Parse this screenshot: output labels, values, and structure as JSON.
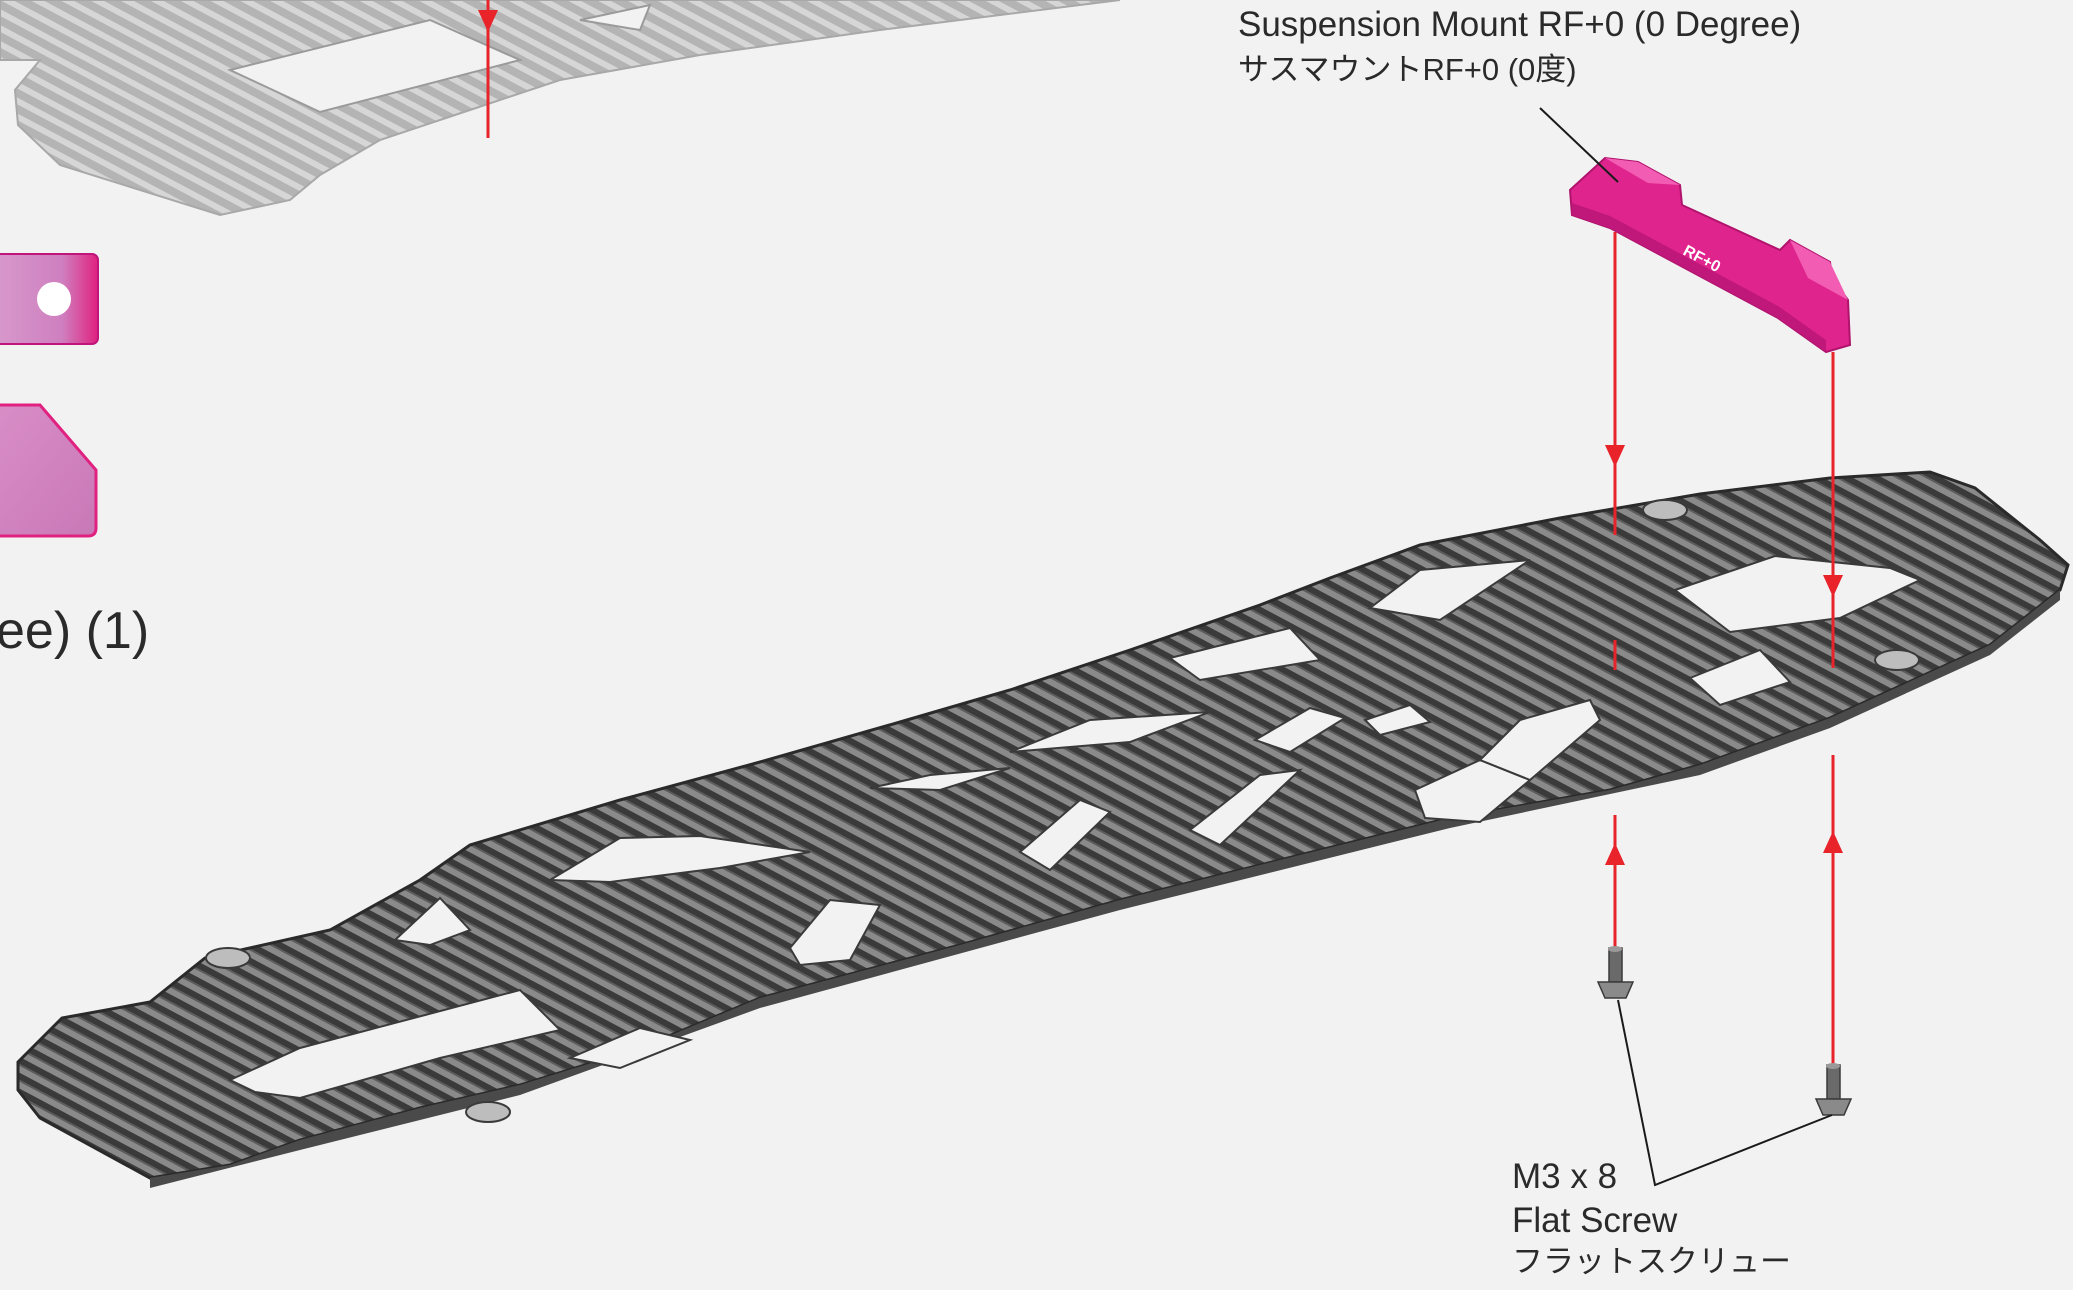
{
  "labels": {
    "suspension_mount_en": "Suspension Mount RF+0 (0 Degree)",
    "suspension_mount_jp": "サスマウントRF+0 (0度)",
    "partial_label": "ee) (1)",
    "screw_size": "M3 x 8",
    "screw_en": "Flat Screw",
    "screw_jp": "フラットスクリュー",
    "mount_engraving": "RF+0"
  },
  "colors": {
    "background": "#f2f2f3",
    "carbon_dark": "#2e2e2e",
    "carbon_light": "#bdbdbd",
    "mount_pink": "#e8349a",
    "arrow_red": "#e8232a",
    "leader_line": "#1a1a1a"
  }
}
